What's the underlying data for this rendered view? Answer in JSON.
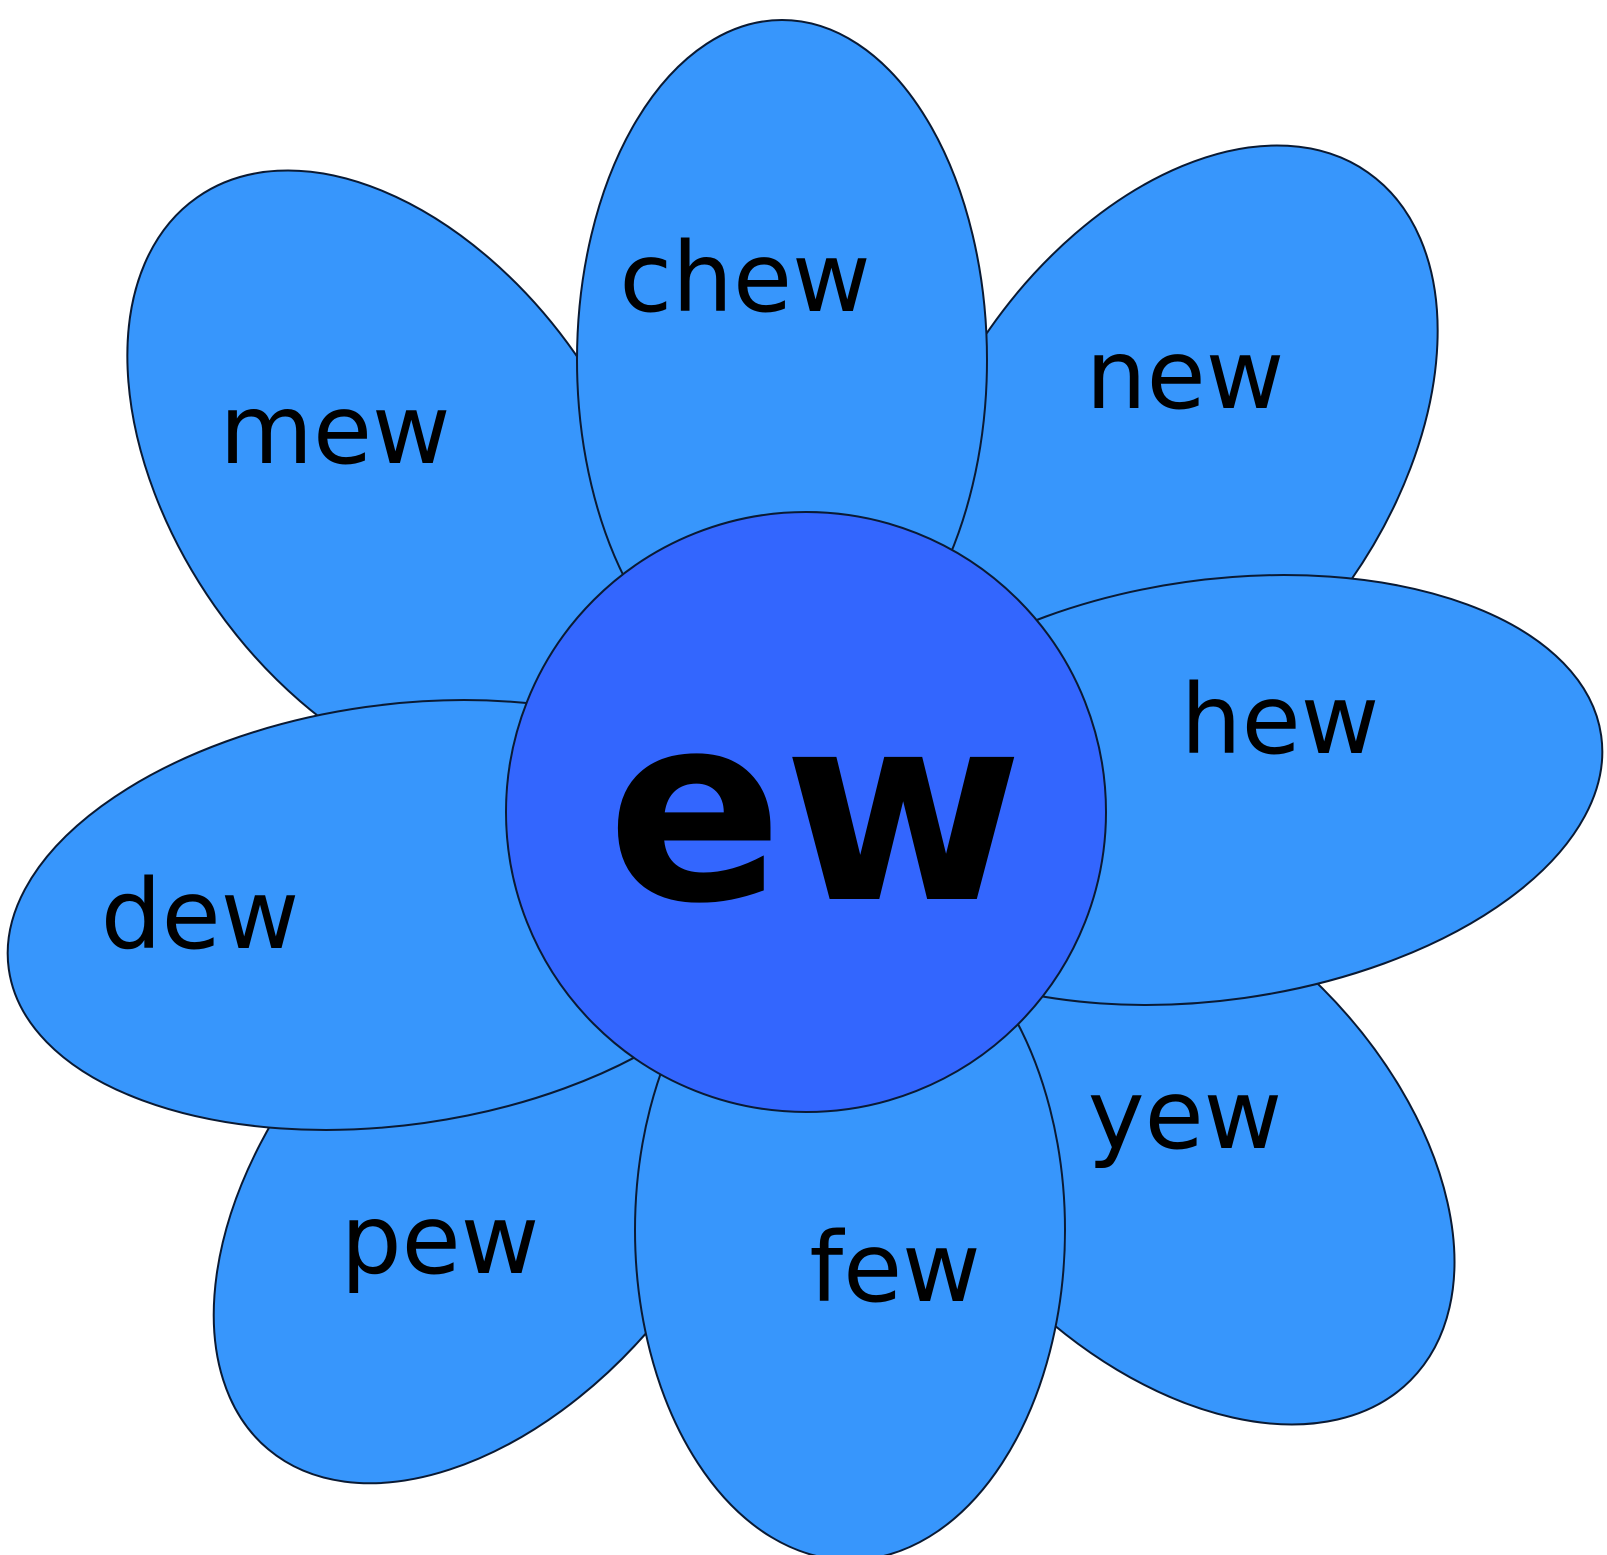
{
  "diagram": {
    "center_word": "ew",
    "petal_words": [
      "chew",
      "new",
      "hew",
      "yew",
      "few",
      "pew",
      "dew",
      "mew"
    ],
    "colors": {
      "petal_fill": "#3796fc",
      "center_fill": "#3366fe",
      "outline": "#0a1a33",
      "text": "#000000"
    }
  }
}
